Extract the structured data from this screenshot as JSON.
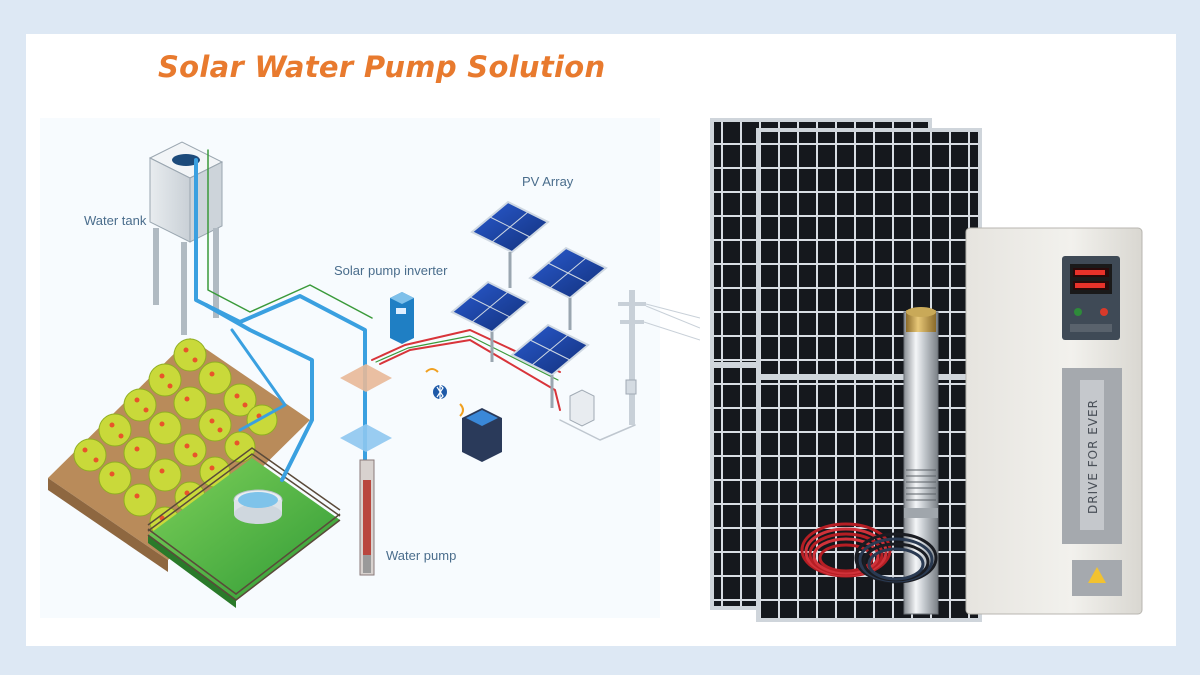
{
  "title": "Solar Water Pump Solution",
  "labels": {
    "water_tank": "Water tank",
    "inverter": "Solar pump inverter",
    "pv_array": "PV Array",
    "water_pump": "Water pump"
  },
  "product": {
    "inverter_text": "DRIVE FOR EVER"
  },
  "colors": {
    "title": "#e87a2e",
    "pipe": "#3aa0e0",
    "wire_red": "#d8343a",
    "wire_green": "#3a9a3a",
    "panel_blue": "#1e46a8"
  }
}
